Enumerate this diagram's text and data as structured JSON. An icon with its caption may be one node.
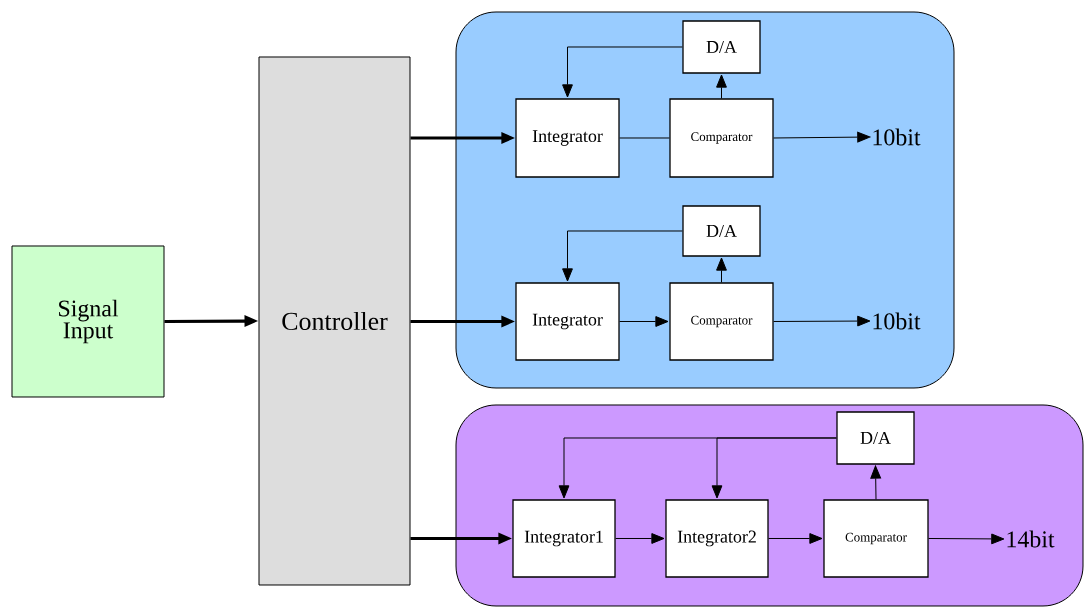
{
  "diagram": {
    "nodes": [
      {
        "text": [
          "Signal Input"
        ]
      },
      {
        "text": [
          "Controller"
        ]
      },
      {
        "text": [],
        "shape": "box"
      },
      {
        "text": [
          "D/A"
        ],
        "in": 2
      },
      {
        "text": [
          "Integrator"
        ],
        "in": 2
      },
      {
        "text": [
          "Comparator"
        ],
        "in": 2
      },
      {
        "text": [
          "10bit"
        ],
        "in": 2
      },
      {
        "text": [
          "D/A"
        ],
        "in": 2
      },
      {
        "text": [
          "Integrator"
        ],
        "in": 2
      },
      {
        "text": [
          "Comparator"
        ],
        "in": 2
      },
      {
        "text": [
          "10bit"
        ],
        "in": 2
      },
      {
        "text": [],
        "shape": "box"
      },
      {
        "text": [
          "D/A"
        ],
        "in": 11
      },
      {
        "text": [
          "Integrator1"
        ],
        "in": 11
      },
      {
        "text": [
          "Integrator2"
        ],
        "in": 11
      },
      {
        "text": [
          "Comparator"
        ],
        "in": 11
      },
      {
        "text": [
          "14bit"
        ],
        "in": 11
      }
    ],
    "edges": [
      {
        "from": 0,
        "to": 1,
        "arrow": "to",
        "style": "thick"
      },
      {
        "from": 1,
        "to": 4,
        "arrow": "to",
        "style": "thick"
      },
      {
        "from": 1,
        "to": 8,
        "arrow": "to",
        "style": "thick"
      },
      {
        "from": 1,
        "to": 13,
        "arrow": "to",
        "style": "thick"
      },
      {
        "from": 4,
        "to": 5,
        "arrow": "none"
      },
      {
        "from": 5,
        "to": 6,
        "arrow": "to"
      },
      {
        "from": 5,
        "to": 3,
        "arrow": "to"
      },
      {
        "from": 3,
        "to": 4,
        "arrow": "to"
      },
      {
        "from": 8,
        "to": 9,
        "arrow": "to"
      },
      {
        "from": 9,
        "to": 10,
        "arrow": "to"
      },
      {
        "from": 9,
        "to": 7,
        "arrow": "to"
      },
      {
        "from": 7,
        "to": 8,
        "arrow": "to"
      },
      {
        "from": 13,
        "to": 14,
        "arrow": "to"
      },
      {
        "from": 14,
        "to": 15,
        "arrow": "to"
      },
      {
        "from": 15,
        "to": 16,
        "arrow": "to"
      },
      {
        "from": 15,
        "to": 12,
        "arrow": "to"
      },
      {
        "from": 12,
        "to": 13,
        "arrow": "to"
      },
      {
        "from": 12,
        "to": 14,
        "arrow": "to"
      }
    ]
  }
}
